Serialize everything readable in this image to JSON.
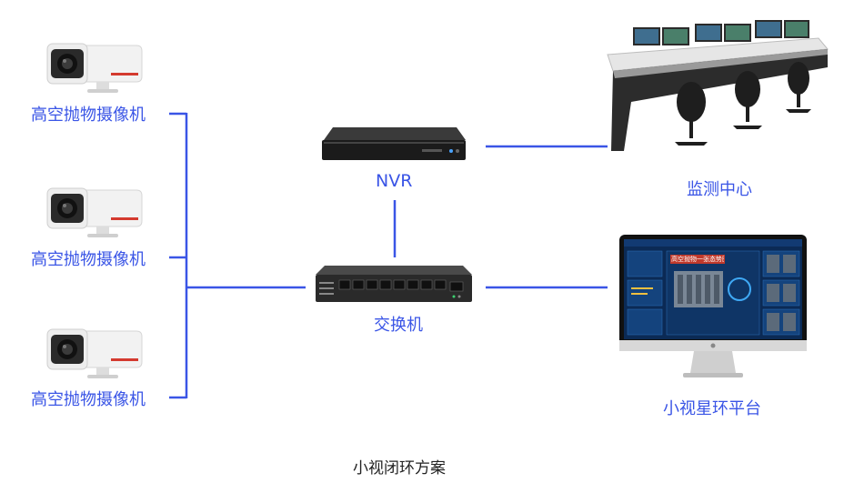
{
  "diagram": {
    "caption": "小视闭环方案",
    "cameras": [
      {
        "label": "高空抛物摄像机"
      },
      {
        "label": "高空抛物摄像机"
      },
      {
        "label": "高空抛物摄像机"
      }
    ],
    "nvr": {
      "label": "NVR"
    },
    "switch": {
      "label": "交换机"
    },
    "monitoring_center": {
      "label": "监测中心"
    },
    "platform": {
      "label": "小视星环平台",
      "screen_title": "高空抛物一张态势图"
    },
    "colors": {
      "line": "#3a55e6",
      "label": "#3a55e6",
      "camera_stripe": "#d43a2f"
    }
  }
}
